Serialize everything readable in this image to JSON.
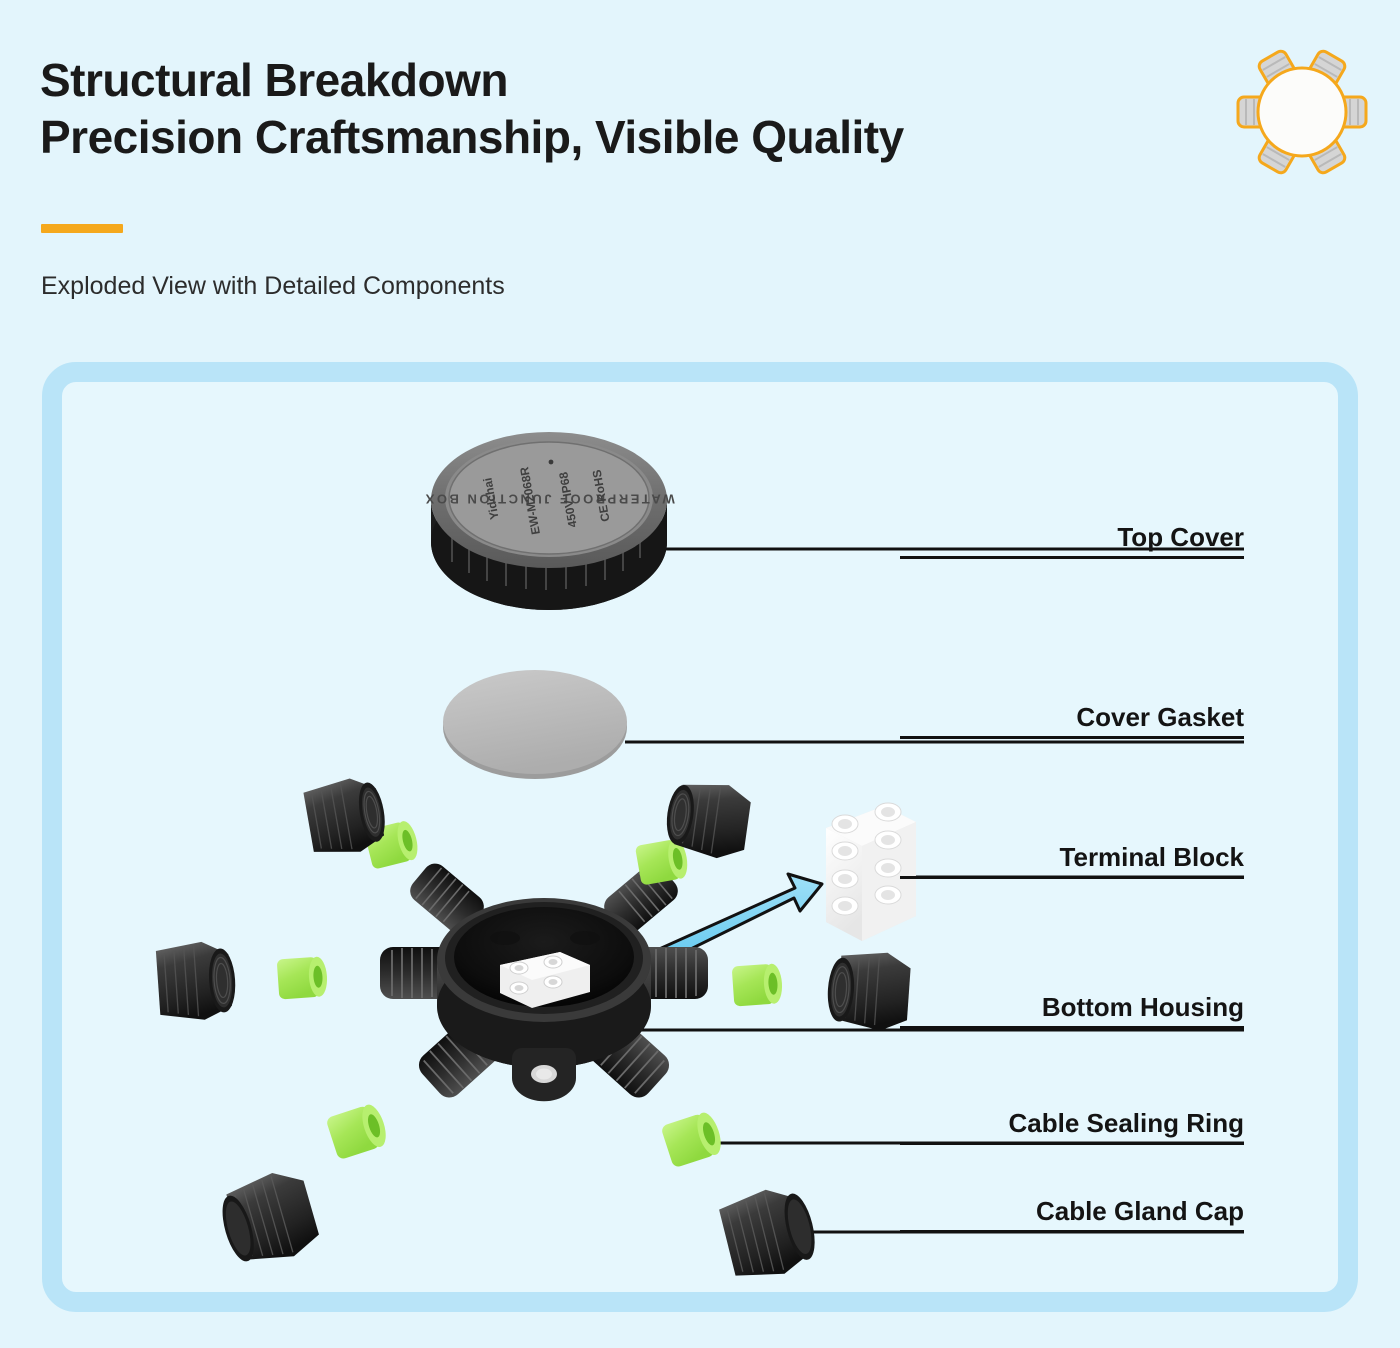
{
  "header": {
    "title_line1": "Structural Breakdown",
    "title_line2": "Precision Craftsmanship, Visible Quality",
    "subtitle": "Exploded View with Detailed Components",
    "accent_color": "#f5a81c",
    "logo_icon": "junction-box-logo-icon"
  },
  "theme": {
    "background": "#e3f5fc",
    "card_background": "#e6f7fd",
    "card_border": "#b9e4f8",
    "arrow_fill": "#79d2f2",
    "sealing_ring_color": "#a8e85c",
    "gasket_color": "#b8b8b8",
    "housing_color": "#2a2a2a",
    "terminal_block_color": "#fdfdfd",
    "label_color": "#141414"
  },
  "labels": [
    {
      "id": "top-cover",
      "text": "Top Cover"
    },
    {
      "id": "cover-gasket",
      "text": "Cover Gasket"
    },
    {
      "id": "terminal-block",
      "text": "Terminal Block"
    },
    {
      "id": "bottom-housing",
      "text": "Bottom Housing"
    },
    {
      "id": "sealing-ring",
      "text": "Cable Sealing Ring"
    },
    {
      "id": "gland-cap",
      "text": "Cable Gland Cap"
    }
  ],
  "top_cover_markings": {
    "line_outer": "WATERPROOF  JUNCTION  BOX",
    "brand": "Yidchai",
    "model": "EW-M2068R",
    "rating": "450V IP68",
    "certs": "CE RoHS"
  },
  "components": {
    "top_cover": "top-cover-part",
    "cover_gasket": "cover-gasket-part",
    "terminal_block": "terminal-block-part",
    "bottom_housing": "bottom-housing-part",
    "sealing_rings_count": "6",
    "gland_caps_count": "6"
  }
}
